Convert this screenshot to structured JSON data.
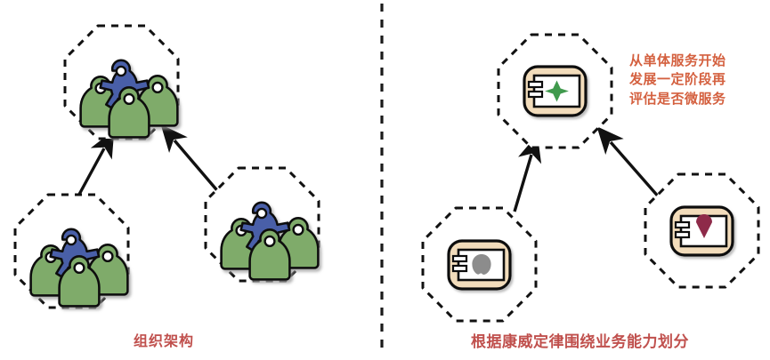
{
  "diagram": {
    "title_left": "组织架构",
    "title_right": "根据康威定律围绕业务能力划分",
    "divider": "vertical-dashed-divider",
    "colors": {
      "caption_red": "#c0504d",
      "note_red": "#d4603f",
      "person_blue": "#4a5fa8",
      "person_green": "#7fab6b",
      "person_teal": "#7bb5b8",
      "card_beige": "#f2dcbb",
      "card_screen": "#ffffff",
      "icon_green": "#3f9a4e",
      "icon_gray": "#8c8c8c",
      "icon_maroon": "#8e2a4a",
      "outline": "#111111",
      "divider_color": "#1a1a1a"
    }
  },
  "left_panel": {
    "caption": "组织架构",
    "nodes": [
      {
        "id": "team-top",
        "label": "team-group-top",
        "icon": "people-group-icon"
      },
      {
        "id": "team-bottom-left",
        "label": "team-group-bottom-left",
        "icon": "people-group-icon"
      },
      {
        "id": "team-bottom-right",
        "label": "team-group-bottom-right",
        "icon": "people-group-icon"
      }
    ],
    "arrows": [
      {
        "from": "team-bottom-left",
        "to": "team-top"
      },
      {
        "from": "team-bottom-right",
        "to": "team-top"
      }
    ]
  },
  "right_panel": {
    "caption": "根据康威定律围绕业务能力划分",
    "note_lines": [
      "从单体服务开始",
      "发展一定阶段再",
      "评估是否微服务"
    ],
    "nodes": [
      {
        "id": "service-top",
        "label": "service-card-top",
        "icon": "service-card-star-icon",
        "symbol": "green-star"
      },
      {
        "id": "service-bottom-left",
        "label": "service-card-bottom-left",
        "icon": "service-card-blob-icon",
        "symbol": "gray-blob"
      },
      {
        "id": "service-bottom-right",
        "label": "service-card-bottom-right",
        "icon": "service-card-gem-icon",
        "symbol": "maroon-gem"
      }
    ],
    "arrows": [
      {
        "from": "service-bottom-left",
        "to": "service-top"
      },
      {
        "from": "service-bottom-right",
        "to": "service-top"
      }
    ]
  }
}
